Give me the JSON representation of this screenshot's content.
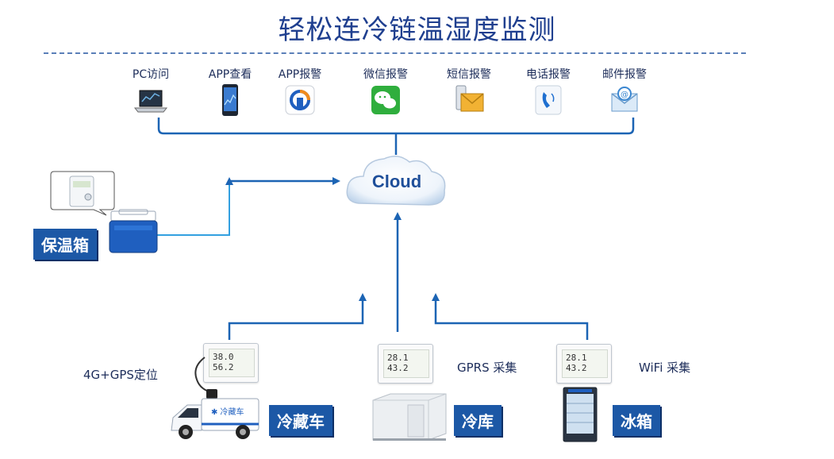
{
  "title": "轻松连冷链温湿度监测",
  "channels": [
    {
      "label": "PC访问",
      "icon": "laptop-icon"
    },
    {
      "label": "APP查看",
      "icon": "smartphone-icon"
    },
    {
      "label": "APP报警",
      "icon": "app-alarm-icon"
    },
    {
      "label": "微信报警",
      "icon": "wechat-icon"
    },
    {
      "label": "短信报警",
      "icon": "sms-envelope-icon"
    },
    {
      "label": "电话报警",
      "icon": "phone-icon"
    },
    {
      "label": "邮件报警",
      "icon": "email-icon"
    }
  ],
  "cloud": {
    "label": "Cloud"
  },
  "devices": {
    "cooler": {
      "label": "保温箱"
    },
    "truck": {
      "label": "冷藏车",
      "note": "4G+GPS定位",
      "reading": [
        "38.0",
        "56.2"
      ]
    },
    "coldroom": {
      "label": "冷库",
      "note": "GPRS 采集",
      "reading": [
        "28.1",
        "43.2"
      ]
    },
    "fridge": {
      "label": "冰箱",
      "note": "WiFi 采集",
      "reading": [
        "28.1",
        "43.2"
      ]
    }
  },
  "colors": {
    "title": "#1f3f8f",
    "line": "#1c64b4",
    "badge": "#1c58a6"
  }
}
